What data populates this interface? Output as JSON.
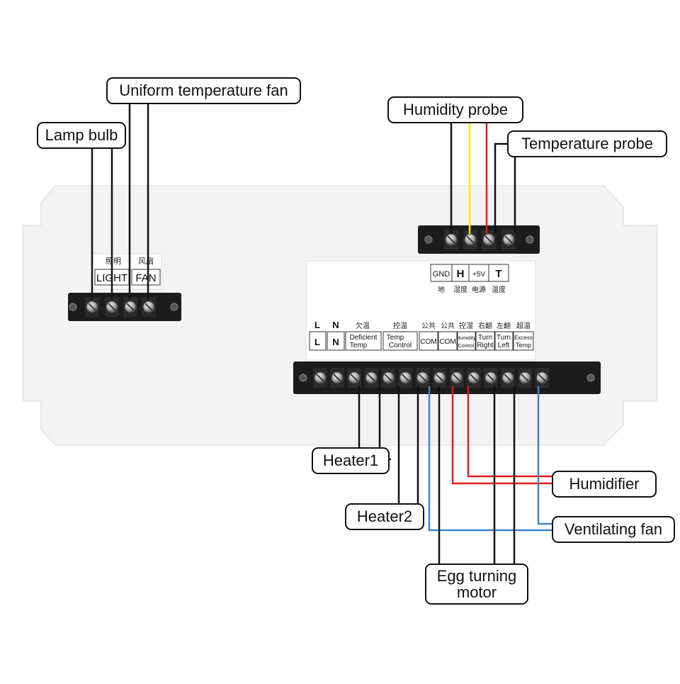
{
  "callouts": {
    "uniform_fan": "Uniform temperature fan",
    "lamp_bulb": "Lamp bulb",
    "humidity_probe": "Humidity probe",
    "temperature_probe": "Temperature probe",
    "heater1": "Heater1",
    "heater2": "Heater2",
    "humidifier": "Humidifier",
    "ventilating_fan": "Ventilating fan",
    "egg_turning_line1": "Egg turning",
    "egg_turning_line2": "motor"
  },
  "left_block_labels": {
    "light_cn": "照明",
    "light_en": "LIGHT",
    "fan_cn": "风扇",
    "fan_en": "FAN"
  },
  "probe_labels": {
    "gnd": "GND",
    "gnd_cn": "地",
    "h": "H",
    "h_cn": "湿度",
    "v5": "+5V",
    "v5_cn": "电源",
    "t": "T",
    "t_cn": "温度"
  },
  "main_labels": {
    "l_top": "L",
    "l": "L",
    "n_top": "N",
    "n": "N",
    "deficient_cn": "欠温",
    "deficient_1": "Deficient",
    "deficient_2": "Temp",
    "temp_control_cn": "控温",
    "temp_control_1": "Temp",
    "temp_control_2": "Control",
    "com1_cn": "公共",
    "com1": "COM",
    "com2_cn": "公共",
    "com2": "COM",
    "humidity_cn": "控湿",
    "humidity_1": "Humidity",
    "humidity_2": "Control",
    "turn_right_cn": "右翻",
    "turn_right_1": "Turn",
    "turn_right_2": "Right",
    "turn_left_cn": "左翻",
    "turn_left_1": "Turn",
    "turn_left_2": "Left",
    "excess_cn": "超温",
    "excess_1": "Excess",
    "excess_2": "Temp"
  },
  "colors": {
    "black_wire": "#111111",
    "red_wire": "#e01b1b",
    "blue_wire": "#3d86c8",
    "yellow_wire": "#f2ea1e",
    "panel": "#f3f3f3",
    "terminal": "#1c1c1c"
  }
}
